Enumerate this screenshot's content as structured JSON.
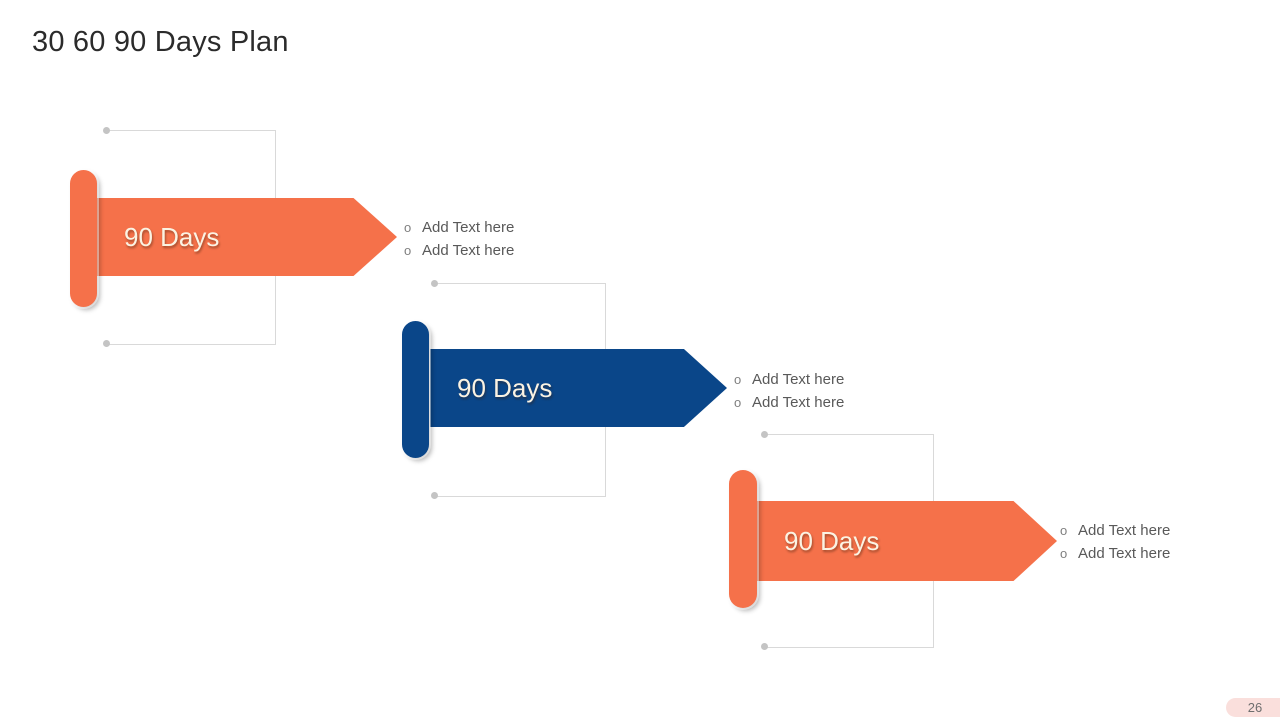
{
  "slide": {
    "title": "30 60 90 Days Plan",
    "page_number": "26",
    "bullet_marker": "o"
  },
  "colors": {
    "orange": "#F5714A",
    "blue": "#0A4689",
    "title_text": "#2B2B2B",
    "bullet_text": "#595959",
    "bracket_line": "#D9D9D9",
    "dot": "#C4C4C4",
    "label_text": "#FBF3E3",
    "badge_bg": "#FADFDC",
    "badge_text": "#6E6E6E"
  },
  "milestones": [
    {
      "label": "90 Days",
      "theme": "orange",
      "bullets": [
        "Add Text here",
        "Add Text here"
      ]
    },
    {
      "label": "90 Days",
      "theme": "blue",
      "bullets": [
        "Add Text here",
        "Add Text here"
      ]
    },
    {
      "label": "90 Days",
      "theme": "orange",
      "bullets": [
        "Add Text here",
        "Add Text here"
      ]
    }
  ]
}
